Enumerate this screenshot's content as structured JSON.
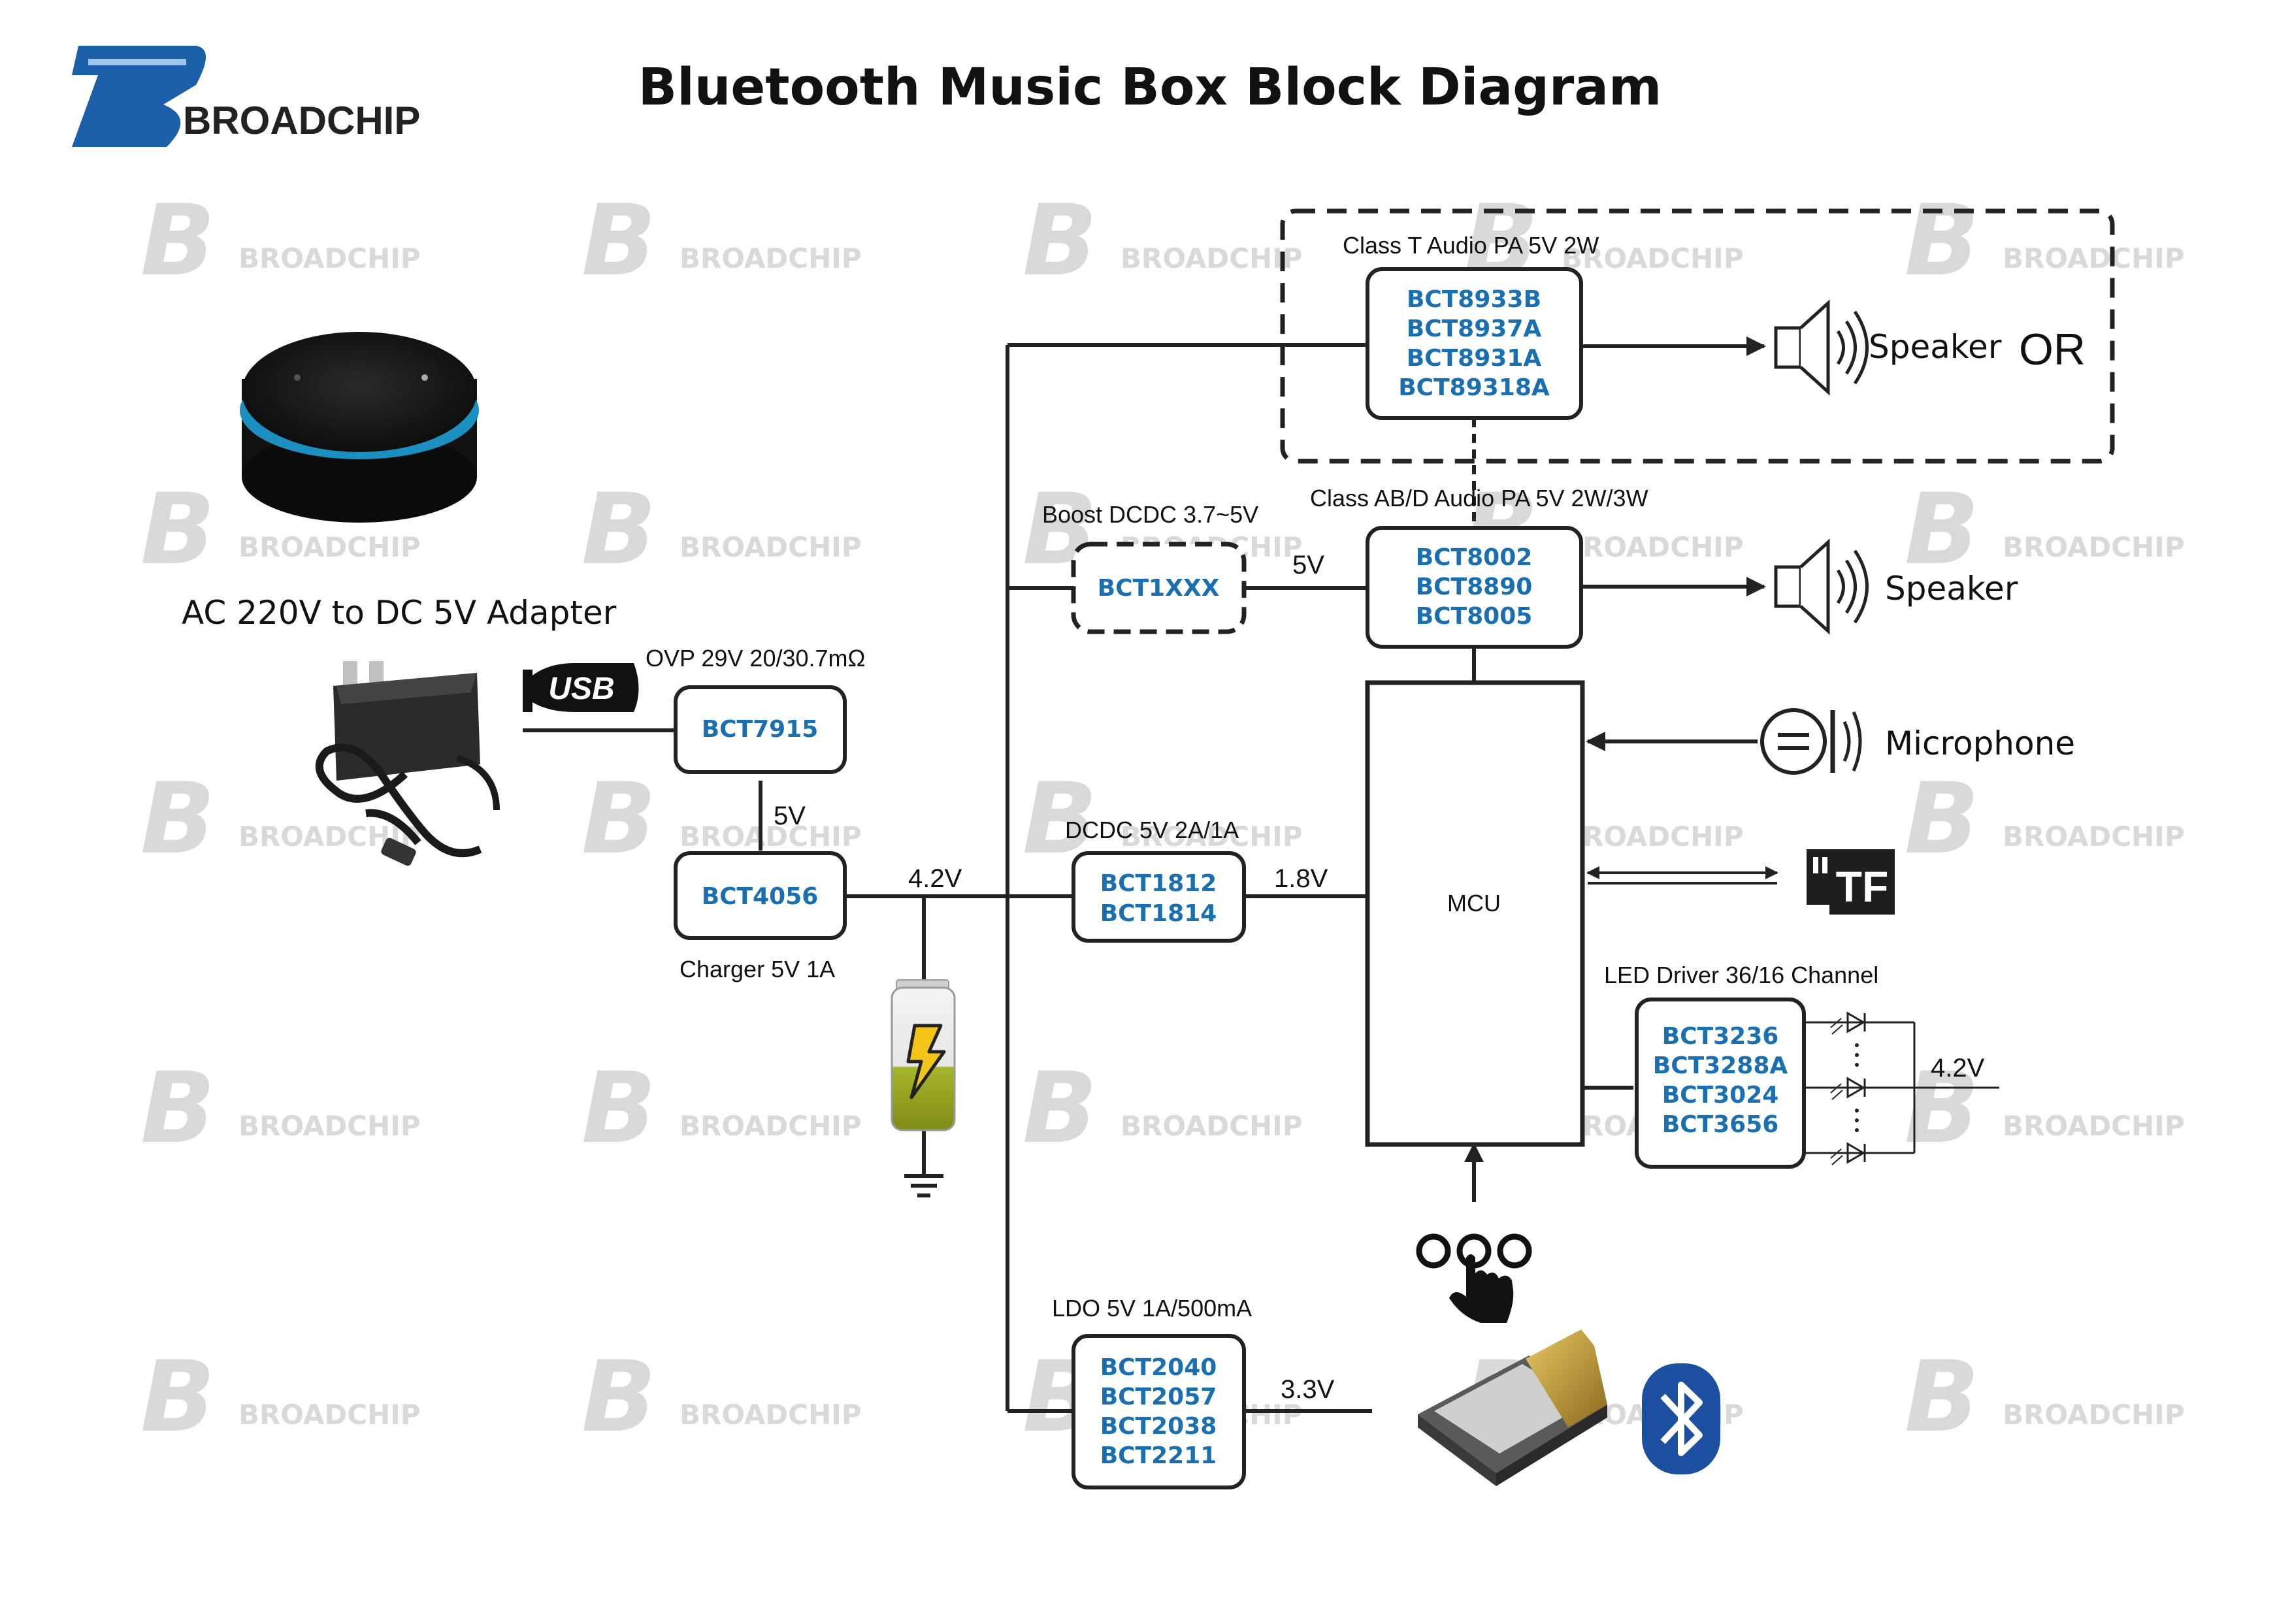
{
  "title": "Bluetooth Music Box Block Diagram",
  "logo": {
    "letter": "B",
    "text": "BROADCHIP"
  },
  "watermark": {
    "letter": "B",
    "text": "BROADCHIP"
  },
  "labels": {
    "adapter": "AC 220V to DC 5V Adapter",
    "usb": "USB",
    "ovp": "OVP 29V 20/30.7mΩ",
    "charger": "Charger 5V 1A",
    "classT": "Class T Audio PA 5V 2W",
    "classAB": "Class AB/D Audio PA 5V 2W/3W",
    "boost": "Boost DCDC 3.7~5V",
    "dcdc": "DCDC 5V 2A/1A",
    "ldo": "LDO 5V 1A/500mA",
    "led_driver": "LED Driver 36/16 Channel",
    "speaker": "Speaker",
    "or": "OR",
    "microphone": "Microphone",
    "tf": "TF",
    "mcu": "MCU"
  },
  "voltages": {
    "v5_ovp": "5V",
    "v42_bus": "4.2V",
    "v18": "1.8V",
    "v5_boost": "5V",
    "v33": "3.3V",
    "v42_led": "4.2V"
  },
  "parts": {
    "ovp": [
      "BCT7915"
    ],
    "charger": [
      "BCT4056"
    ],
    "classT": [
      "BCT8933B",
      "BCT8937A",
      "BCT8931A",
      "BCT89318A"
    ],
    "classAB": [
      "BCT8002",
      "BCT8890",
      "BCT8005"
    ],
    "boost": [
      "BCT1XXX"
    ],
    "dcdc": [
      "BCT1812",
      "BCT1814"
    ],
    "ldo": [
      "BCT2040",
      "BCT2057",
      "BCT2038",
      "BCT2211"
    ],
    "led": [
      "BCT3236",
      "BCT3288A",
      "BCT3024",
      "BCT3656"
    ]
  },
  "colors": {
    "part_text": "#1a6fb0",
    "logo_blue": "#1b5fa8",
    "bluetooth_blue": "#1d4fa0",
    "watermark": "#d9d9d9",
    "battery_green": "#a7b52a",
    "bolt_yellow": "#f2c418"
  }
}
